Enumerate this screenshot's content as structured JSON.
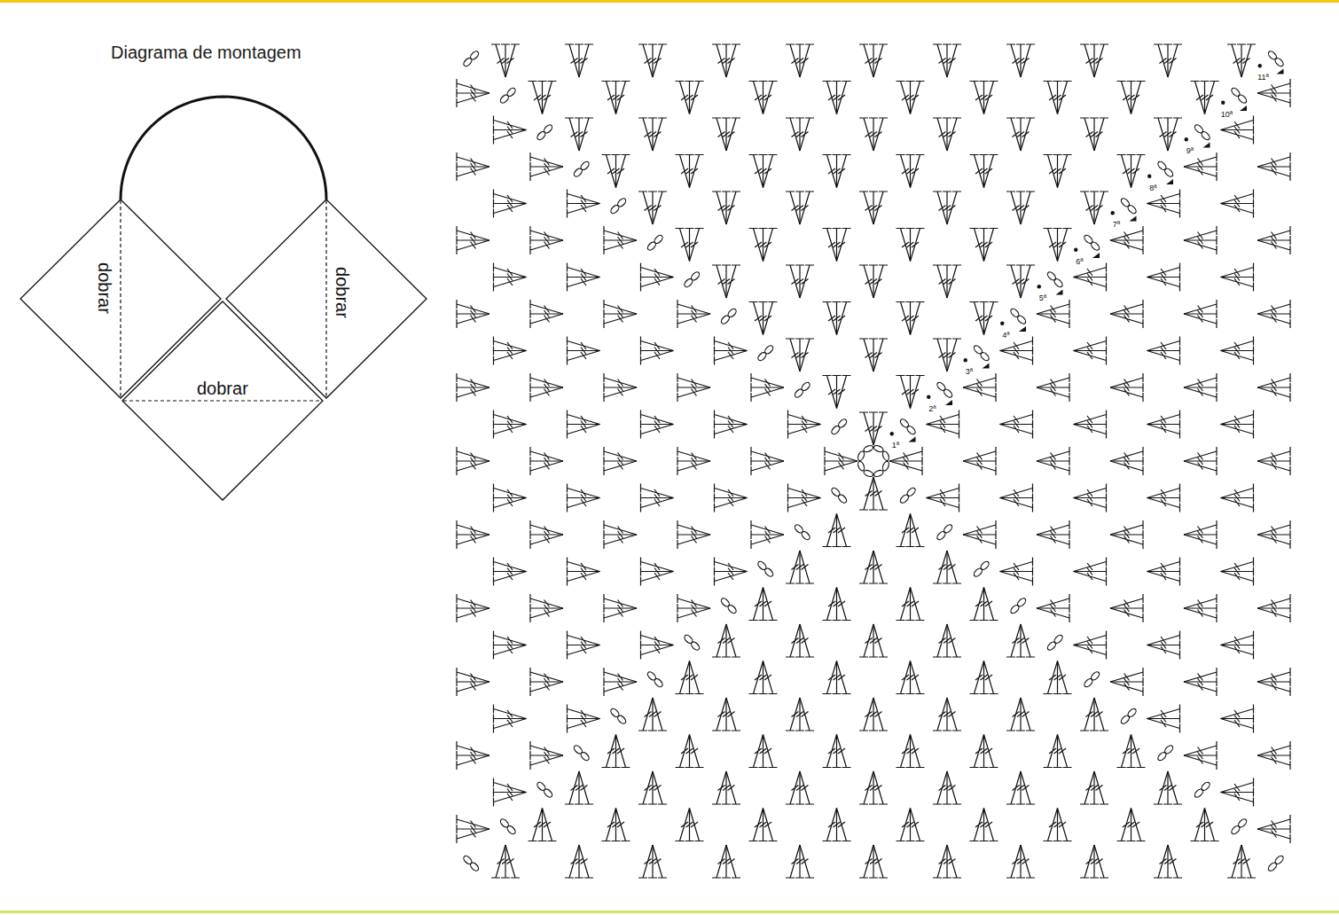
{
  "diagram": {
    "title": "Diagrama de montagem",
    "nodes": [
      {
        "text": [
          "dobrar"
        ]
      },
      {
        "text": [
          "dobrar"
        ]
      },
      {
        "text": [
          "dobrar"
        ]
      }
    ],
    "edges": [
      {
        "from": 0,
        "to": 1,
        "arrow": "none"
      }
    ],
    "labels": [
      "1ª",
      "2ª",
      "3ª",
      "4ª",
      "5ª",
      "6ª",
      "7ª",
      "8ª",
      "9ª",
      "10ª",
      "11ª"
    ]
  }
}
